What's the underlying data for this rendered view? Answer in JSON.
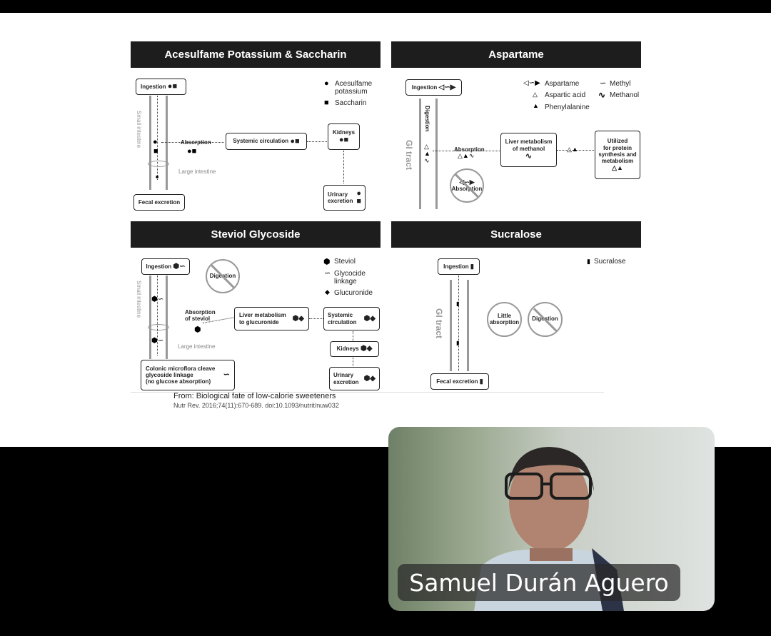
{
  "panels": {
    "ak": {
      "title": "Acesulfame Potassium & Saccharin",
      "ingestion": "Ingestion",
      "small_intestine": "Small intestine",
      "absorption": "Absorption",
      "systemic": "Systemic circulation",
      "kidneys": "Kidneys",
      "large_intestine": "Large intestine",
      "fecal": "Fecal excretion",
      "urinary": "Urinary\nexcretion",
      "legend": [
        "Acesulfame\npotassium",
        "Saccharin"
      ]
    },
    "asp": {
      "title": "Aspartame",
      "ingestion": "Ingestion",
      "digestion": "Digestion",
      "gi": "GI tract",
      "absorption": "Absorption",
      "liver": "Liver metabolism\nof methanol",
      "utilized": "Utilized\nfor protein\nsynthesis and\nmetabolism",
      "no_absorption": "Absorption",
      "legend": [
        "Aspartame",
        "Aspartic acid",
        "Phenylalanine",
        "Methyl",
        "Methanol"
      ]
    },
    "stev": {
      "title": "Steviol Glycoside",
      "ingestion": "Ingestion",
      "digestion": "Digestion",
      "small_intestine": "Small intestine",
      "absorption": "Absorption\nof steviol",
      "liver": "Liver metabolism\nto glucuronide",
      "systemic": "Systemic\ncirculation",
      "kidneys": "Kidneys",
      "urinary": "Urinary\nexcretion",
      "large_intestine": "Large intestine",
      "colonic": "Colonic microflora cleave\nglycoside linkage\n(no glucose absorption)",
      "legend": [
        "Steviol",
        "Glycocide\nlinkage",
        "Glucuronide"
      ]
    },
    "suc": {
      "title": "Sucralose",
      "ingestion": "Ingestion",
      "gi": "GI tract",
      "little": "Little\nabsorption",
      "digestion": "Digestion",
      "fecal": "Fecal excretion",
      "legend": [
        "Sucralose"
      ]
    }
  },
  "citation": {
    "line1": "From: Biological fate of low-calorie sweeteners",
    "line2": "Nutr Rev. 2016;74(11):670-689. doi:10.1093/nutrit/nuw032"
  },
  "participant": {
    "name": "Samuel Durán Aguero"
  }
}
